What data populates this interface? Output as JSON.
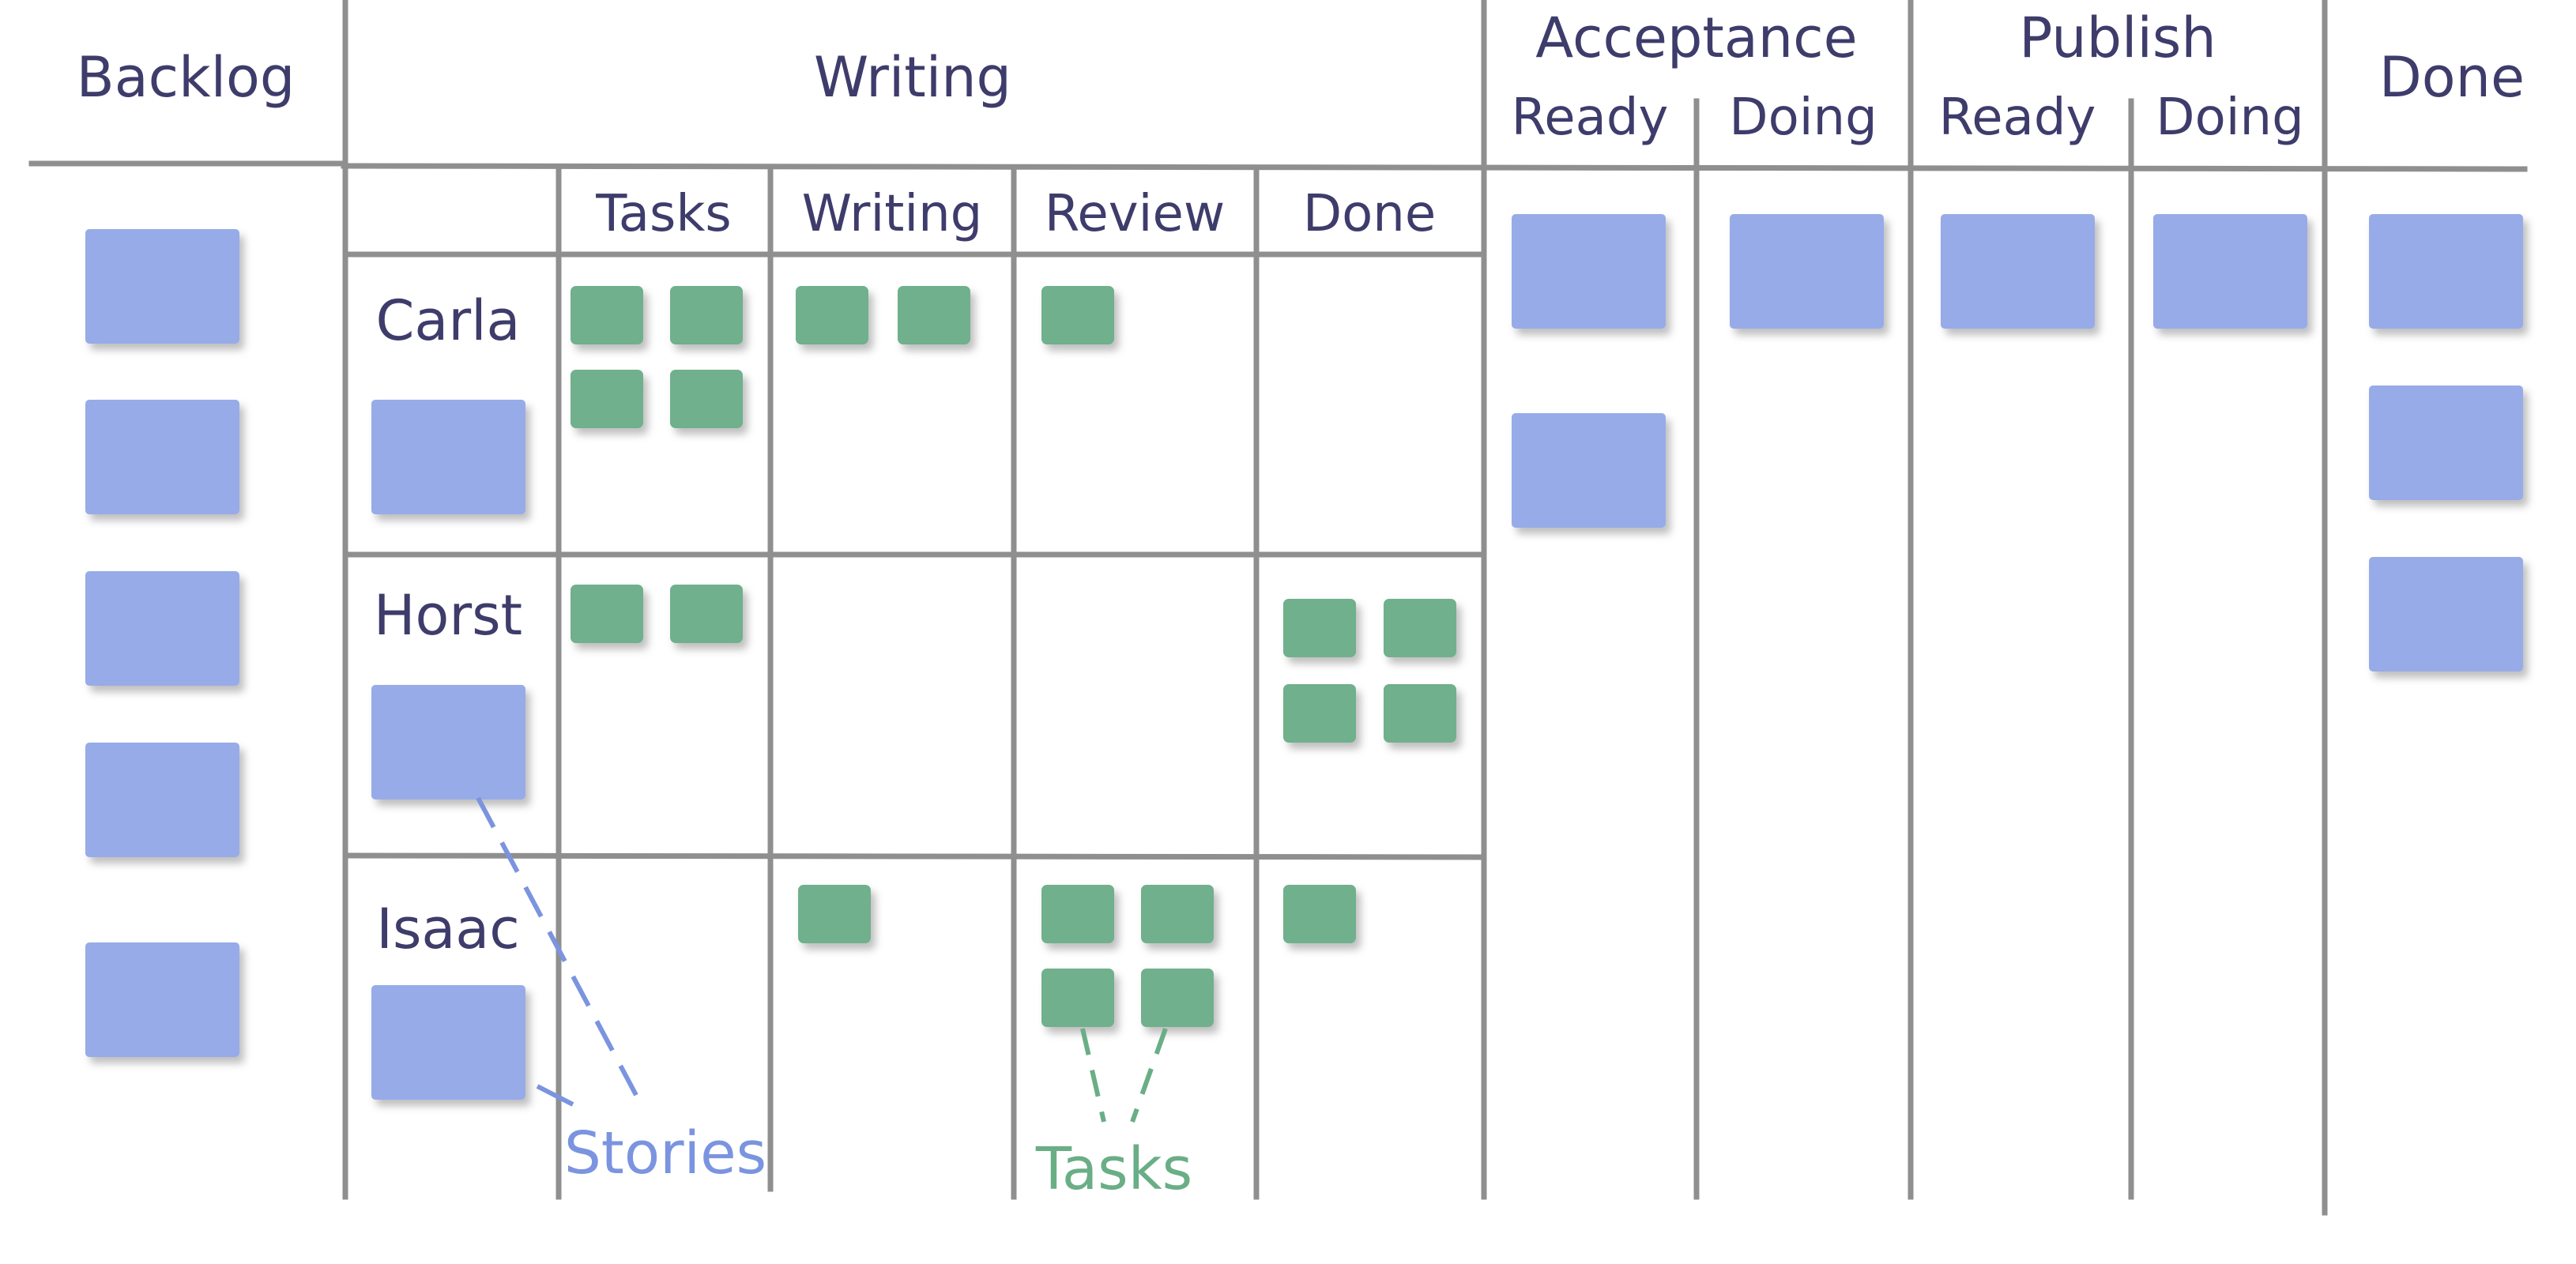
{
  "columns": {
    "backlog": "Backlog",
    "writing": "Writing",
    "acceptance": "Acceptance",
    "acceptance_ready": "Ready",
    "acceptance_doing": "Doing",
    "publish": "Publish",
    "publish_ready": "Ready",
    "publish_doing": "Doing",
    "done": "Done"
  },
  "writing_subcolumns": {
    "tasks": "Tasks",
    "writing": "Writing",
    "review": "Review",
    "done": "Done"
  },
  "people": [
    "Carla",
    "Horst",
    "Isaac"
  ],
  "labels": {
    "stories": "Stories",
    "tasks": "Tasks"
  },
  "colors": {
    "story": "#97abe8",
    "task": "#70b08c",
    "text": "#3e3c6b",
    "grid": "#8f8f8f",
    "stories_label": "#7b94e0",
    "tasks_label": "#6aae86"
  },
  "cards": {
    "backlog_stories": 5,
    "acceptance_ready_stories": 2,
    "acceptance_doing_stories": 1,
    "publish_ready_stories": 1,
    "publish_doing_stories": 1,
    "done_stories": 3,
    "swimlanes": [
      {
        "person": "Carla",
        "stories": 1,
        "tasks": 4,
        "writing": 2,
        "review": 1,
        "done": 0
      },
      {
        "person": "Horst",
        "stories": 1,
        "tasks": 2,
        "writing": 0,
        "review": 0,
        "done": 4
      },
      {
        "person": "Isaac",
        "stories": 1,
        "tasks": 0,
        "writing": 1,
        "review": 4,
        "done": 1
      }
    ]
  }
}
